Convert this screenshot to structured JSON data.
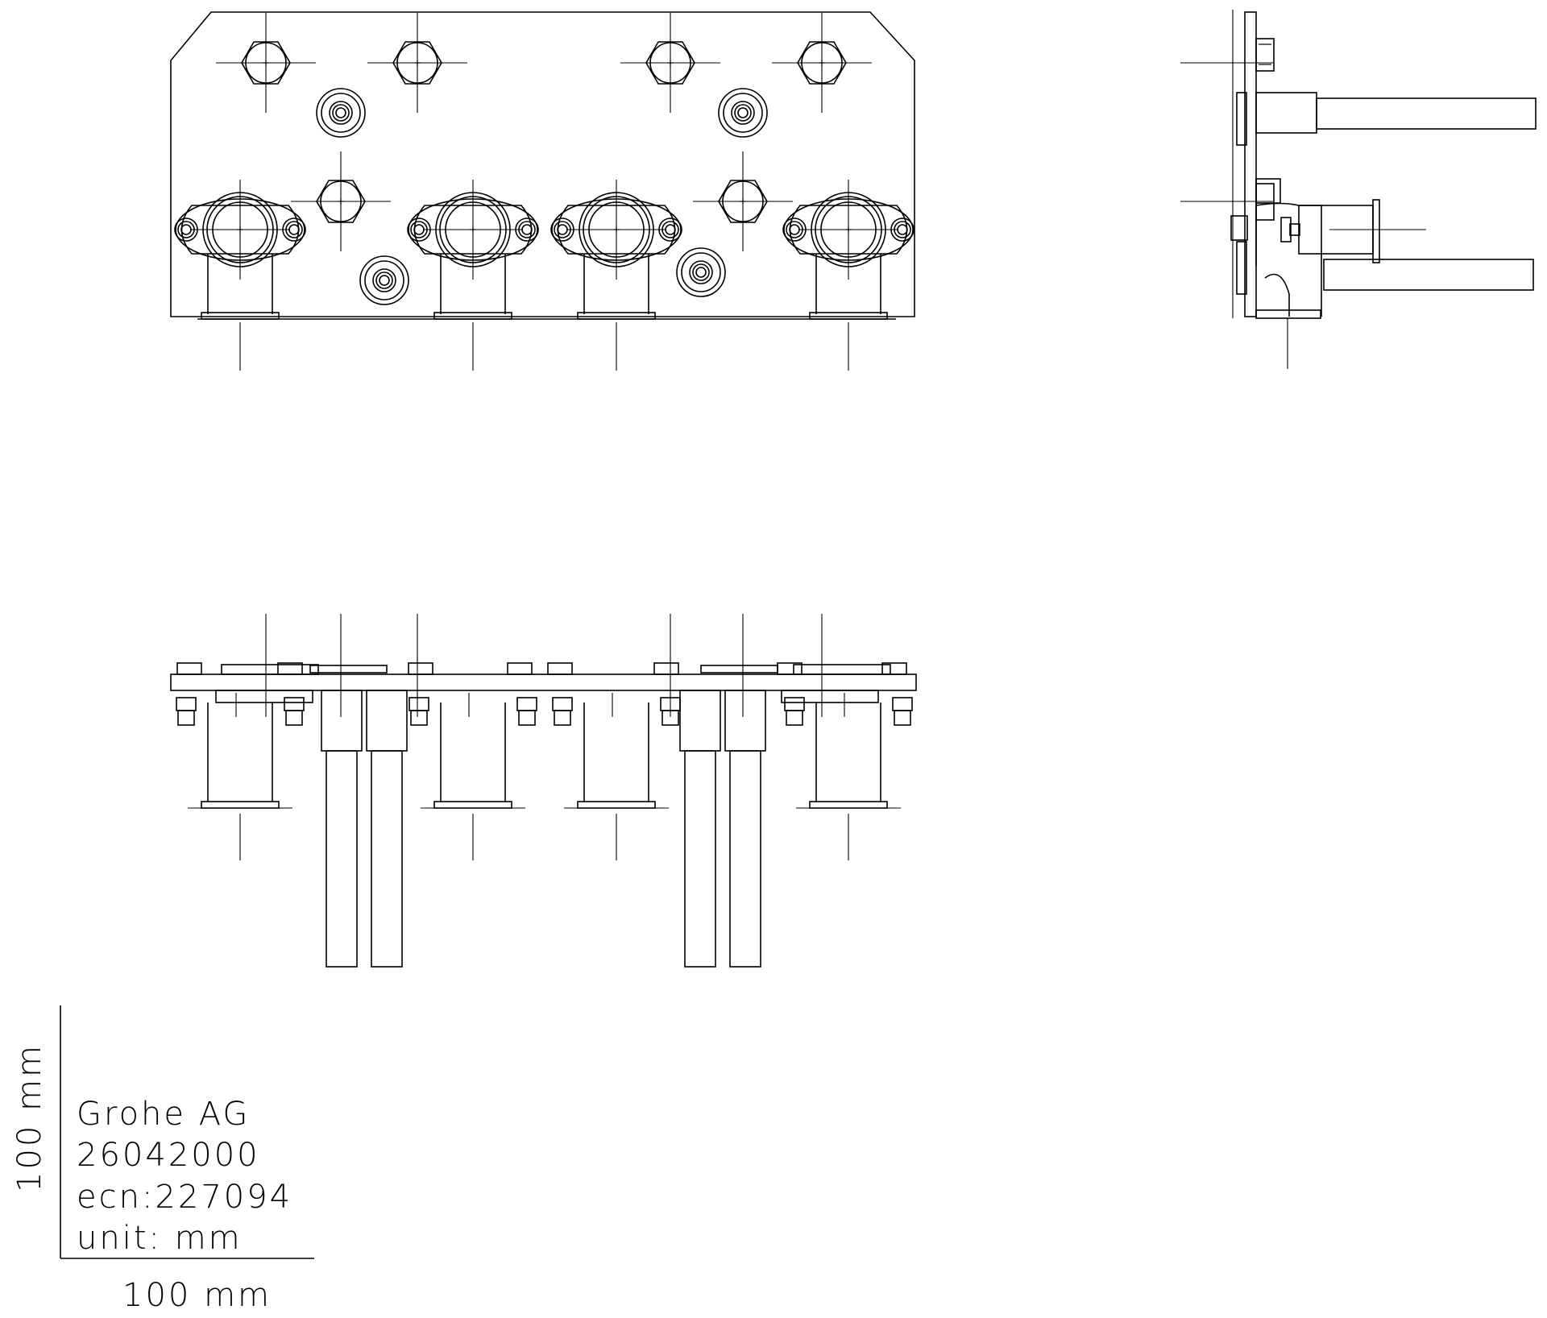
{
  "title_block": {
    "manufacturer": "Grohe AG",
    "article_number": "26042000",
    "ecn": "ecn:227094",
    "unit": "unit: mm"
  },
  "scale_bar": {
    "horizontal_label": "100 mm",
    "vertical_label": "100 mm"
  },
  "views": [
    {
      "name": "front-view"
    },
    {
      "name": "side-view"
    },
    {
      "name": "top-view"
    }
  ]
}
